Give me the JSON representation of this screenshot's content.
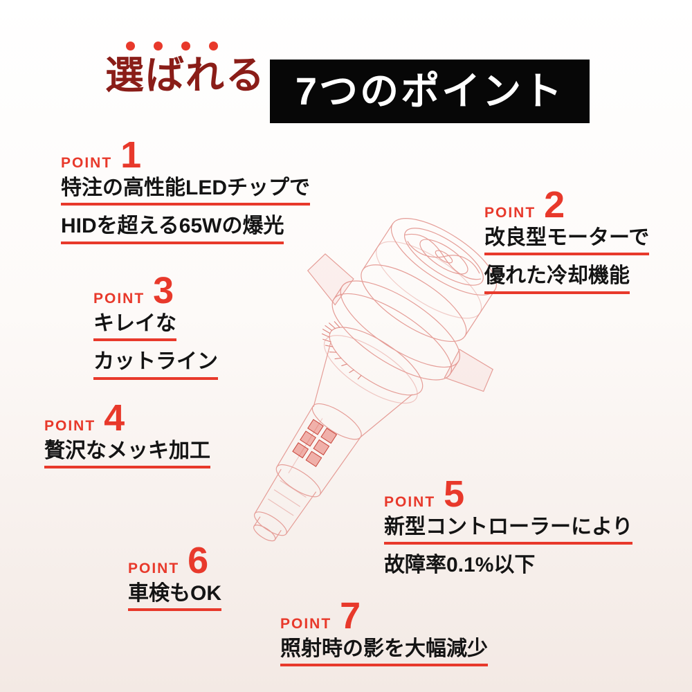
{
  "title": {
    "accent": "選ばれる",
    "main": "7つのポイント"
  },
  "colors": {
    "accent_red": "#e8392b",
    "dark_red": "#8a1d18",
    "title_bg": "#070707",
    "text": "#141414"
  },
  "illustration": {
    "name": "led-headlight-bulb-wireframe"
  },
  "points": [
    {
      "label": "POINT",
      "number": "1",
      "lines": [
        "特注の高性能LEDチップで",
        "HIDを超える65Wの爆光"
      ]
    },
    {
      "label": "POINT",
      "number": "2",
      "lines": [
        "改良型モーターで",
        "優れた冷却機能"
      ]
    },
    {
      "label": "POINT",
      "number": "3",
      "lines": [
        "キレイな",
        "カットライン"
      ]
    },
    {
      "label": "POINT",
      "number": "4",
      "lines": [
        "贅沢なメッキ加工"
      ]
    },
    {
      "label": "POINT",
      "number": "5",
      "lines": [
        "新型コントローラーにより",
        "故障率0.1%以下"
      ]
    },
    {
      "label": "POINT",
      "number": "6",
      "lines": [
        "車検もOK"
      ]
    },
    {
      "label": "POINT",
      "number": "7",
      "lines": [
        "照射時の影を大幅減少"
      ]
    }
  ]
}
